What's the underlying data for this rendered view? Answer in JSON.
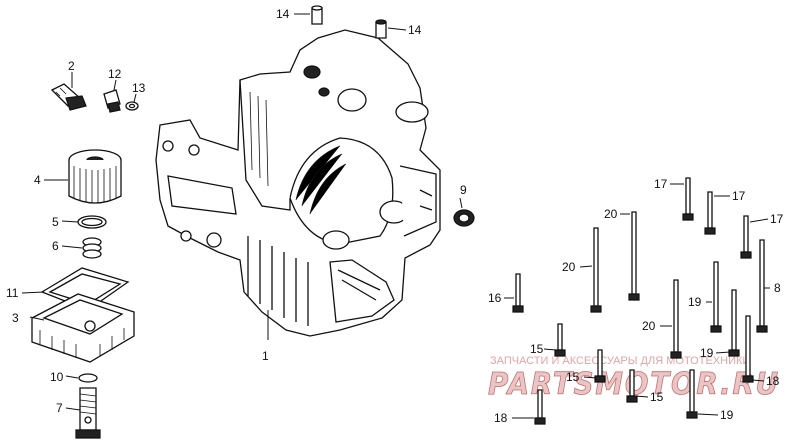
{
  "callouts": {
    "c1": "1",
    "c2": "2",
    "c3": "3",
    "c4": "4",
    "c5": "5",
    "c6": "6",
    "c7": "7",
    "c8": "8",
    "c9": "9",
    "c10": "10",
    "c11": "11",
    "c12": "12",
    "c13": "13",
    "c14a": "14",
    "c14b": "14",
    "c15a": "15",
    "c15b": "15",
    "c15c": "15",
    "c16": "16",
    "c17a": "17",
    "c17b": "17",
    "c17c": "17",
    "c18a": "18",
    "c18b": "18",
    "c19a": "19",
    "c19b": "19",
    "c19c": "19",
    "c20a": "20",
    "c20b": "20",
    "c20c": "20"
  },
  "watermark": {
    "caption": "ЗАПЧАСТИ И АКСЕССУАРЫ ДЛЯ МОТОТЕХНИКИ",
    "logo": "PARTSMOTOR.RU"
  }
}
